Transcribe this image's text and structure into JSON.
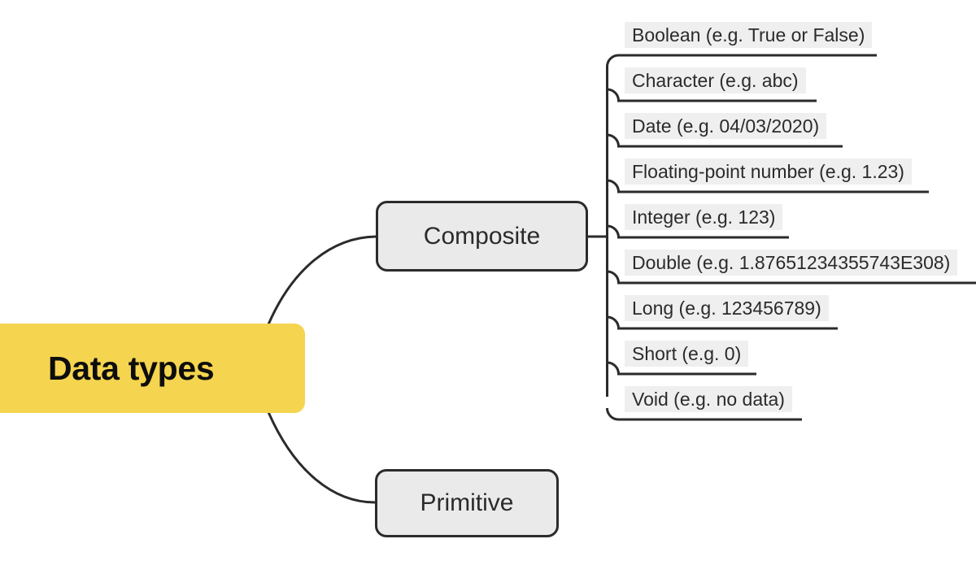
{
  "diagram": {
    "type": "mind-map",
    "title": "Data types",
    "root": {
      "label": "Data types",
      "color": "#F5D44F",
      "text_color": "#0d0d0d"
    },
    "branch_color": "#EAEAEA",
    "branch_border_color": "#2b2b2b",
    "leaf_highlight_color": "#EFEFEF",
    "connector_color": "#2b2b2b",
    "branches": [
      {
        "id": "composite",
        "label": "Composite",
        "children": [
          "Boolean (e.g. True or False)",
          "Character (e.g. abc)",
          "Date (e.g. 04/03/2020)",
          "Floating-point number (e.g. 1.23)",
          "Integer (e.g. 123)",
          "Double (e.g. 1.87651234355743E308)",
          "Long (e.g. 123456789)",
          "Short (e.g. 0)",
          "Void (e.g. no data)"
        ]
      },
      {
        "id": "primitive",
        "label": "Primitive",
        "children": []
      }
    ]
  }
}
